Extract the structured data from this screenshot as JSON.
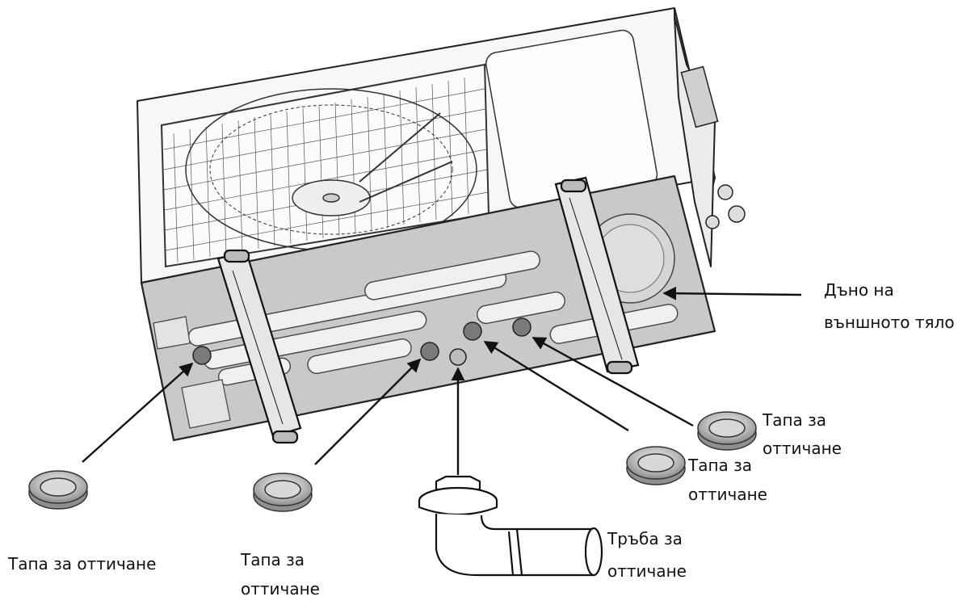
{
  "labels": {
    "outer_bottom_line1": "Дъно на",
    "outer_bottom_line2": "външното тяло",
    "plug_left": "Тапа за оттичане",
    "plug_mid_line1": "Тапа за",
    "plug_mid_line2": "оттичане",
    "plug_right_upper_line1": "Тапа за",
    "plug_right_upper_line2": "оттичане",
    "plug_right_lower_line1": "Тапа за",
    "plug_right_lower_line2": "оттичане",
    "drain_pipe_line1": "Тръба за",
    "drain_pipe_line2": "оттичане"
  },
  "colors": {
    "line": "#111111",
    "unit_fill": "#f7f7f7",
    "bottom_fill": "#c9c9c9",
    "hole_fill": "#7a7a7a",
    "plug_fill": "#c4c4c4"
  }
}
